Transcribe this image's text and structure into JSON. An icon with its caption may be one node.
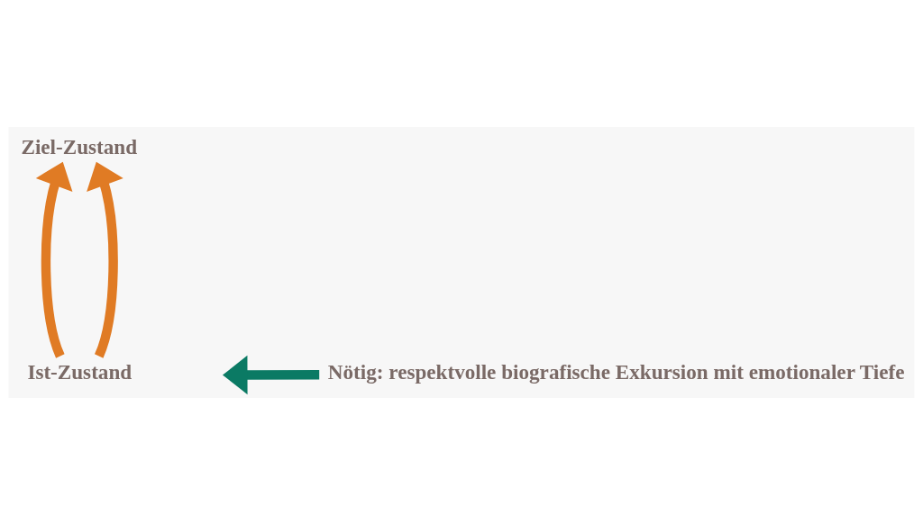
{
  "diagram": {
    "nodes": [
      {
        "text": [
          "Ziel-Zustand"
        ]
      },
      {
        "text": [
          "Ist-Zustand"
        ]
      },
      {
        "text": [
          "Nötig: respektvolle biografische Exkursion mit emotionaler Tiefe"
        ]
      }
    ],
    "edges": [
      {
        "from": 1,
        "to": 0,
        "arrow": "to"
      },
      {
        "from": 1,
        "to": 0,
        "arrow": "to"
      },
      {
        "from": 2,
        "to": null,
        "arrow": "to",
        "color": "#0b7a64"
      }
    ]
  }
}
